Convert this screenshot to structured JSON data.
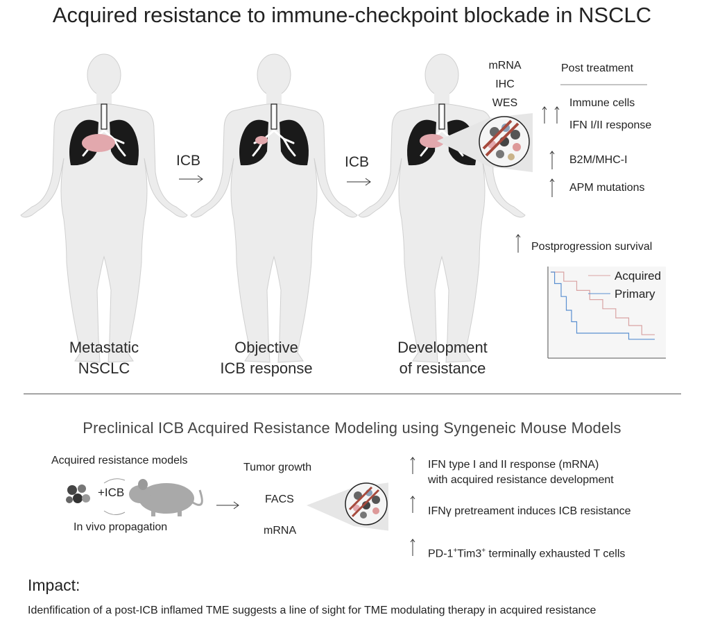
{
  "title": "Acquired resistance to immune-checkpoint blockade in NSCLC",
  "stages": [
    {
      "label_line1": "Metastatic",
      "label_line2": "NSCLC"
    },
    {
      "label_line1": "Objective",
      "label_line2": "ICB response"
    },
    {
      "label_line1": "Development",
      "label_line2": "of resistance"
    }
  ],
  "arrows": [
    "ICB",
    "ICB"
  ],
  "assays": [
    "mRNA",
    "IHC",
    "WES"
  ],
  "post_treatment": {
    "header": "Post treatment",
    "items": [
      "Immune cells",
      "IFN I/II response",
      "B2M/MHC-I",
      "APM mutations"
    ]
  },
  "survival": {
    "label": "Postprogression survival",
    "chart_data": {
      "type": "line",
      "title": "",
      "xlabel": "",
      "ylabel": "",
      "series": [
        {
          "name": "Acquired",
          "color": "#d9a3a3",
          "x": [
            0,
            1,
            1,
            2,
            2,
            3,
            3,
            4,
            4,
            5,
            5,
            6,
            6,
            7,
            7,
            8
          ],
          "y": [
            1.0,
            1.0,
            0.88,
            0.88,
            0.76,
            0.76,
            0.64,
            0.64,
            0.52,
            0.52,
            0.4,
            0.4,
            0.3,
            0.3,
            0.18,
            0.18
          ]
        },
        {
          "name": "Primary",
          "color": "#5a8fd0",
          "x": [
            0,
            0.3,
            0.3,
            0.8,
            0.8,
            1.2,
            1.2,
            1.6,
            1.6,
            2.0,
            2.0,
            6.0,
            6.0,
            8
          ],
          "y": [
            1.0,
            1.0,
            0.85,
            0.85,
            0.68,
            0.68,
            0.5,
            0.5,
            0.35,
            0.35,
            0.2,
            0.2,
            0.12,
            0.12
          ]
        }
      ]
    }
  },
  "section2_title": "Preclinical ICB Acquired Resistance Modeling using Syngeneic Mouse Models",
  "models": {
    "label": "Acquired resistance models",
    "treatment": "+ICB",
    "propagation": "In vivo propagation"
  },
  "readouts": [
    "Tumor growth",
    "FACS",
    "mRNA"
  ],
  "findings": [
    {
      "line1": "IFN type I and II response (mRNA)",
      "line2": "with acquired resistance development"
    },
    {
      "line1": "IFNγ pretreament induces ICB resistance",
      "line2": ""
    },
    {
      "pre": "PD-1",
      "sup1": "+",
      "mid": "Tim3",
      "sup2": "+",
      "post": " terminally exhausted T cells"
    }
  ],
  "impact": {
    "heading": "Impact:",
    "text": "Idenfification of a post-ICB inflamed TME suggests a line of sight for TME modulating therapy in acquired resistance"
  },
  "colors": {
    "body": "#ececec",
    "lung": "#1a1a1a",
    "tumor": "#e2a8ad",
    "acquired": "#d9a3a3",
    "primary": "#5a8fd0"
  }
}
